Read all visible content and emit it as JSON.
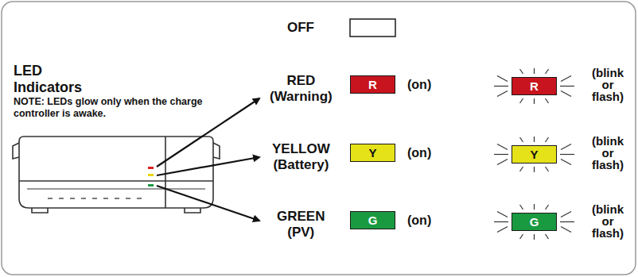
{
  "diagram": {
    "title": "LED Indicators",
    "nodes": [
      {
        "text": [
          "R"
        ]
      },
      {
        "text": [
          "R"
        ]
      },
      {
        "text": [
          "Y"
        ]
      },
      {
        "text": [
          "Y"
        ]
      },
      {
        "text": [
          "G"
        ]
      },
      {
        "text": [
          "G"
        ]
      }
    ],
    "labels": [
      "NOTE: LEDs glow only when the charge controller is awake.",
      "OFF",
      "RED (Warning)",
      "(on)",
      "(blink or flash)",
      "YELLOW (Battery)",
      "(on)",
      "(blink or flash)",
      "GREEN (PV)",
      "(on)",
      "(blink or flash)"
    ]
  }
}
